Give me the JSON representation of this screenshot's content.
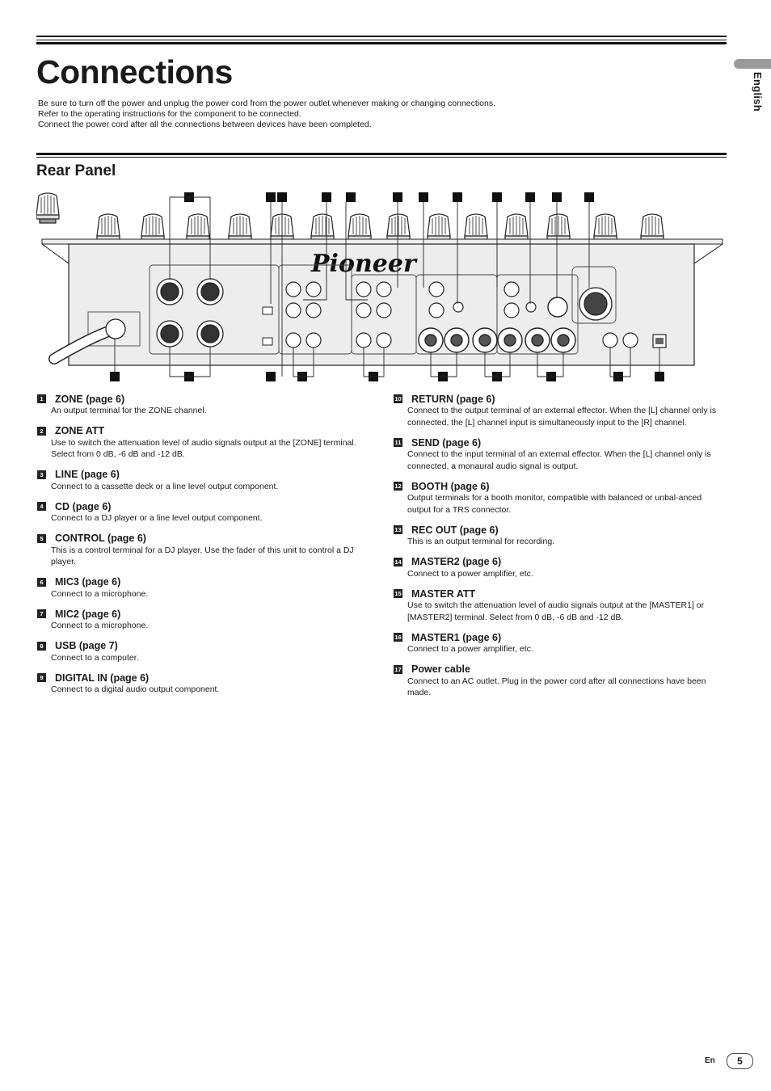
{
  "title": "Connections",
  "intro": [
    "Be sure to turn off the power and unplug the power cord from the power outlet whenever making or changing connections.",
    "Refer to the operating instructions for the component to be connected.",
    "Connect the power cord after all the connections between devices have been completed."
  ],
  "section_title": "Rear Panel",
  "side_tab": "English",
  "diagram": {
    "brand": "Pioneer"
  },
  "items_left": [
    {
      "num": "1",
      "title": "ZONE (page 6)",
      "desc": "An output terminal for the ZONE channel."
    },
    {
      "num": "2",
      "title": "ZONE ATT",
      "desc": "Use to switch the attenuation level of audio signals output at the [ZONE] terminal. Select from 0 dB, -6 dB and -12 dB."
    },
    {
      "num": "3",
      "title": "LINE (page 6)",
      "desc": "Connect to a cassette deck or a line level output component."
    },
    {
      "num": "4",
      "title": "CD (page 6)",
      "desc": "Connect to a DJ player or a line level output component."
    },
    {
      "num": "5",
      "title": "CONTROL (page 6)",
      "desc": "This is a control terminal for a DJ player. Use the fader of this unit to control a DJ player."
    },
    {
      "num": "6",
      "title": "MIC3 (page 6)",
      "desc": "Connect to a microphone."
    },
    {
      "num": "7",
      "title": "MIC2 (page 6)",
      "desc": "Connect to a microphone."
    },
    {
      "num": "8",
      "title": "USB (page 7)",
      "desc": "Connect to a computer."
    },
    {
      "num": "9",
      "title": "DIGITAL IN (page 6)",
      "desc": "Connect to a digital audio output component."
    }
  ],
  "items_right": [
    {
      "num": "10",
      "title": "RETURN (page 6)",
      "desc": "Connect to the output terminal of an external effector. When the [L] channel only is connected, the [L] channel input is simultaneously input to the [R] channel."
    },
    {
      "num": "11",
      "title": "SEND (page 6)",
      "desc": "Connect to the input terminal of an external effector. When the [L] channel only is connected, a monaural audio signal is output."
    },
    {
      "num": "12",
      "title": "BOOTH (page 6)",
      "desc": "Output terminals for a booth monitor, compatible with balanced or unbal-anced output for a TRS connector."
    },
    {
      "num": "13",
      "title": "REC OUT (page 6)",
      "desc": "This is an output terminal for recording."
    },
    {
      "num": "14",
      "title": "MASTER2 (page 6)",
      "desc": "Connect to a power amplifier, etc."
    },
    {
      "num": "15",
      "title": "MASTER ATT",
      "desc": "Use to switch the attenuation level of audio signals output at the [MASTER1] or [MASTER2] terminal. Select from 0 dB, -6 dB and -12 dB."
    },
    {
      "num": "16",
      "title": "MASTER1 (page 6)",
      "desc": "Connect to a power amplifier, etc."
    },
    {
      "num": "17",
      "title": "Power cable",
      "desc": "Connect to an AC outlet. Plug in the power cord after all connections have been made."
    }
  ],
  "footer": {
    "lang": "En",
    "page": "5"
  }
}
